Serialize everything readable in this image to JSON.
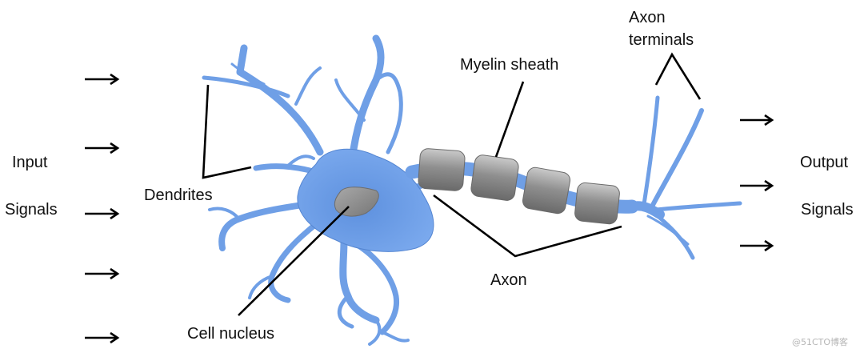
{
  "labels": {
    "input_line1": "Input",
    "input_line2": "Signals",
    "output_line1": "Output",
    "output_line2": "Signals",
    "dendrites": "Dendrites",
    "cell_nucleus": "Cell nucleus",
    "myelin_sheath": "Myelin sheath",
    "axon": "Axon",
    "axon_terminals_line1": "Axon",
    "axon_terminals_line2": "terminals"
  },
  "watermark": "@51CTO博客",
  "colors": {
    "neuron_fill": "#6f9fe6",
    "neuron_edge": "#4f82cf",
    "myelin_fill": "#8a8a8a",
    "nucleus_fill": "#8c8c8c",
    "text": "#111111",
    "background": "#ffffff"
  }
}
